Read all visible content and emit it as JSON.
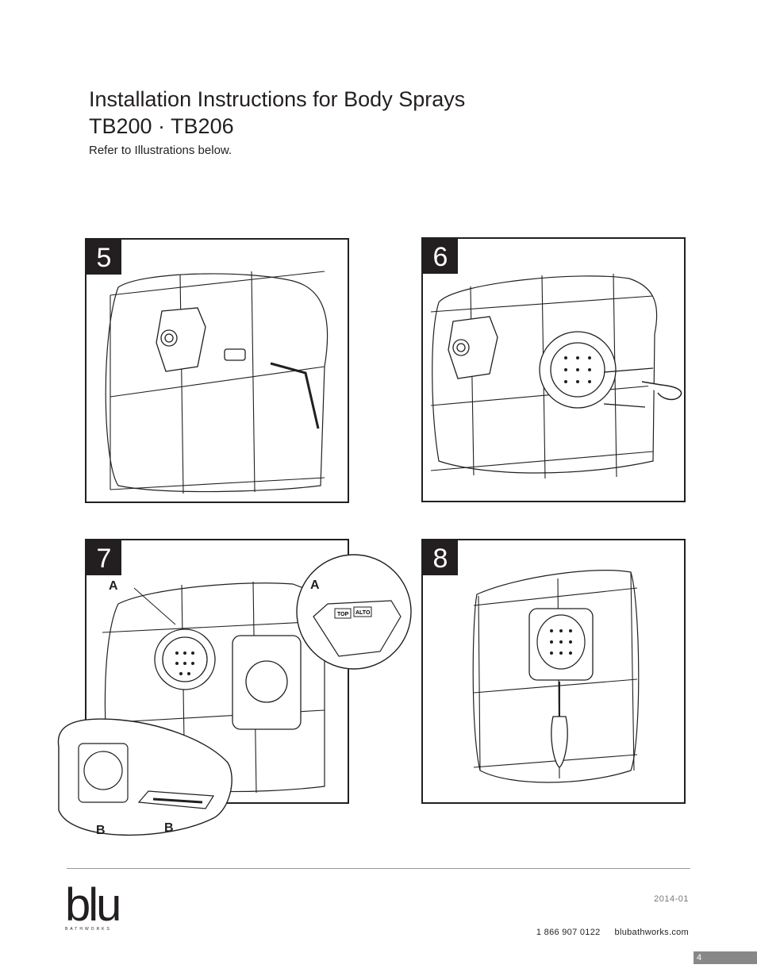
{
  "header": {
    "title_line1": "Installation Instructions for Body Sprays",
    "title_line2": "TB200 · TB206",
    "subtitle": "Refer to Illustrations below."
  },
  "steps": [
    {
      "number": "5"
    },
    {
      "number": "6"
    },
    {
      "number": "7",
      "callouts": [
        "A",
        "A",
        "B",
        "B"
      ]
    },
    {
      "number": "8"
    }
  ],
  "detail_labels": {
    "top": "TOP",
    "alto": "ALTO"
  },
  "footer": {
    "logo": "blu",
    "logo_sub": "BATHWORKS",
    "date": "2014-01",
    "phone": "1 866 907 0122",
    "website": "blubathworks.com",
    "page_number": "4"
  }
}
